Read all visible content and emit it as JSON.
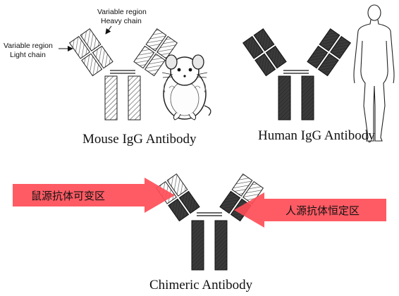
{
  "labels": {
    "heavy_line1": "Variable region",
    "heavy_line2": "Heavy chain",
    "light_line1": "Variable region",
    "light_line2": "Light chain"
  },
  "captions": {
    "mouse": "Mouse IgG Antibody",
    "human": "Human IgG Antibody",
    "chimeric": "Chimeric Antibody"
  },
  "arrows": {
    "left_text": "鼠源抗体可变区",
    "right_text": "人源抗体恒定区",
    "color": "#ff4d57"
  },
  "colors": {
    "human_fill": "#3a3a3a",
    "mouse_hatch": "#555555",
    "stroke": "#222222"
  },
  "icons": [
    "mouse-illustration",
    "human-silhouette"
  ]
}
